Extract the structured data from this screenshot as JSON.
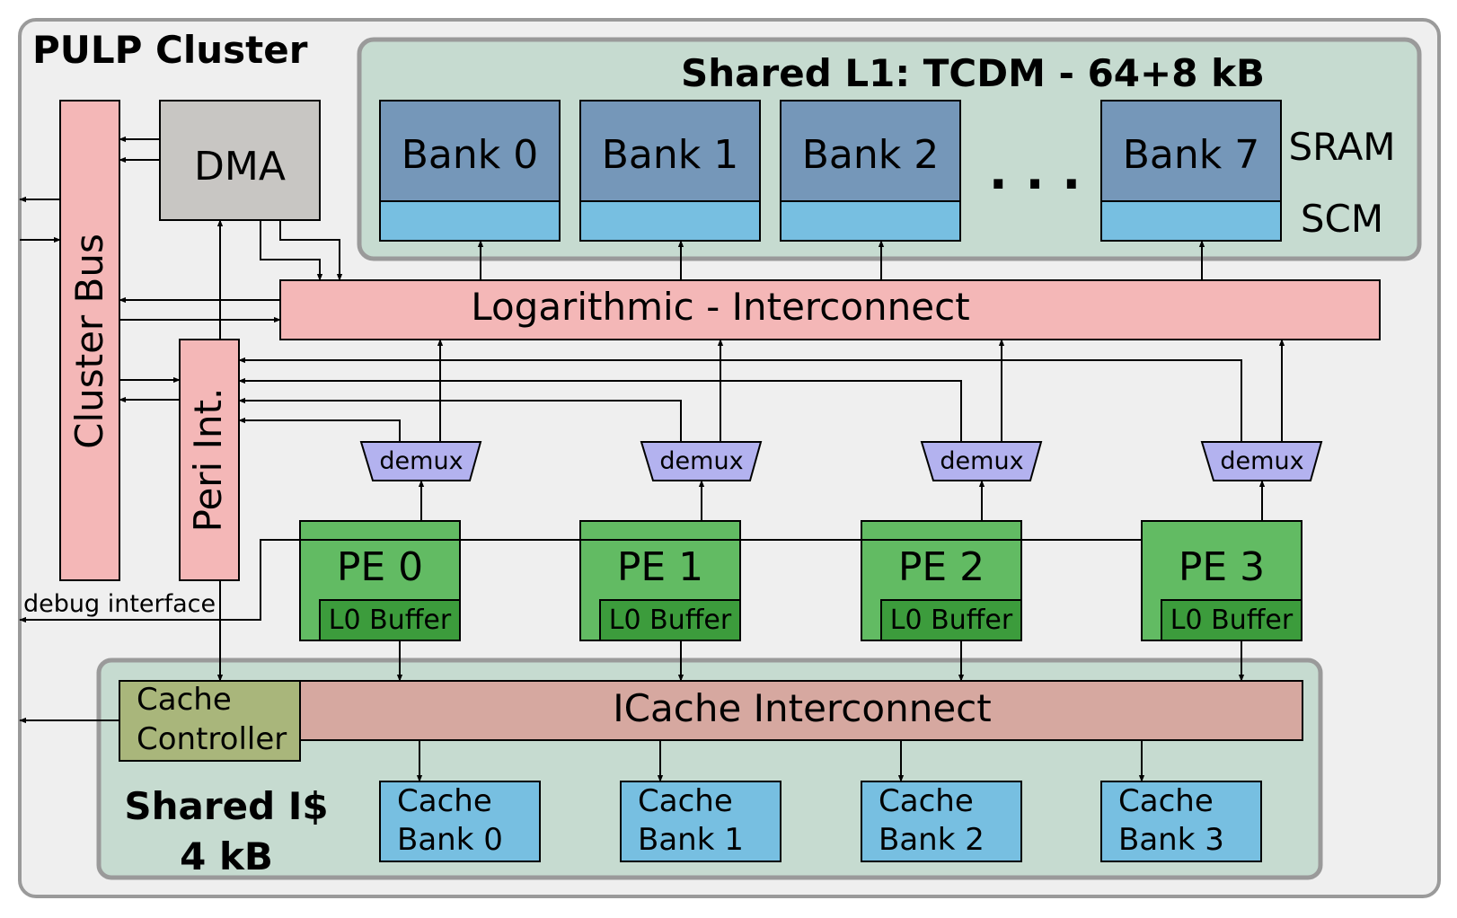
{
  "cluster": {
    "title": "PULP Cluster"
  },
  "l1": {
    "title": "Shared L1: TCDM - 64+8 kB",
    "banks": [
      "Bank 0",
      "Bank 1",
      "Bank 2",
      "Bank 7"
    ],
    "ellipsis": ". . .",
    "sram_label": "SRAM",
    "scm_label": "SCM"
  },
  "cluster_bus": {
    "label": "Cluster Bus"
  },
  "dma": {
    "label": "DMA"
  },
  "peri": {
    "label": "Peri Int."
  },
  "log_interconnect": {
    "label": "Logarithmic - Interconnect"
  },
  "demux_label": "demux",
  "pes": [
    {
      "label": "PE 0",
      "buffer": "L0 Buffer"
    },
    {
      "label": "PE 1",
      "buffer": "L0 Buffer"
    },
    {
      "label": "PE 2",
      "buffer": "L0 Buffer"
    },
    {
      "label": "PE 3",
      "buffer": "L0 Buffer"
    }
  ],
  "debug": {
    "label": "debug interface"
  },
  "icache": {
    "title_line1": "Shared I$",
    "title_line2": "4 kB",
    "interconnect": "ICache Interconnect",
    "controller_line1": "Cache",
    "controller_line2": "Controller",
    "banks": [
      {
        "line1": "Cache",
        "line2": "Bank 0"
      },
      {
        "line1": "Cache",
        "line2": "Bank 1"
      },
      {
        "line1": "Cache",
        "line2": "Bank 2"
      },
      {
        "line1": "Cache",
        "line2": "Bank 3"
      }
    ]
  },
  "colors": {
    "cluster_bg": "#efefef",
    "region_bg": "#c6dbd0",
    "region_border": "#9a9a9a",
    "bank_sram": "#7597b9",
    "bank_scm": "#77bfe1",
    "pink": "#f4b7b7",
    "dma": "#c8c6c3",
    "demux": "#b3b2ef",
    "pe": "#62bb63",
    "l0buffer": "#3c9c3c",
    "icache_ic": "#d6a8a0",
    "controller": "#a9b67b"
  }
}
